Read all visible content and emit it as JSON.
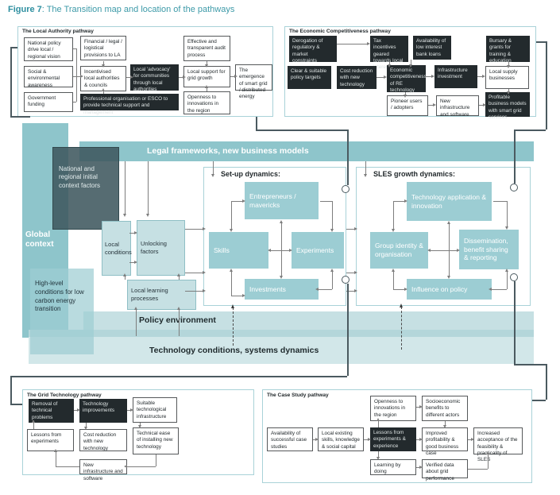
{
  "figure": {
    "label": "Figure 7",
    "caption": ": The Transition map and location of the pathways"
  },
  "colors": {
    "teal_band": "#8ec5cb",
    "node_teal": "#9ccdd3",
    "light_box": "#c6e0e3",
    "dark_box": "#232a2d",
    "panel_border": "#a9d2d8",
    "connector": "#4b5a60",
    "title_teal": "#2e8fa0"
  },
  "panels": {
    "local_authority": {
      "title": "The Local Authority pathway",
      "boxes": {
        "national_policy": "National policy drive local / regional vision",
        "social_env": "Social & environmental awareness",
        "gov_funding": "Government funding",
        "financial_legal": "Financial / legal / logistical provisions to LA",
        "incentivised": "Incentivised local authorities & councils",
        "professional": "Professional organisation or ESCO to provide technical support and management",
        "advocacy": "Local 'advocacy' for communities through local authorities",
        "audit": "Effective and transparent audit process",
        "local_support": "Local support for grid growth",
        "openness": "Openness to innovations in the region",
        "emergence": "The emergence of smart grid / distributed energy"
      }
    },
    "economic": {
      "title": "The Economic Competitiveness pathway",
      "boxes": {
        "derogation": "Derogation of regulatory & market constraints",
        "tax_incentives": "Tax incentives geared towards local interest",
        "availability_loans": "Availability of low interest bank loans",
        "bursary": "Bursary & grants for training & education",
        "clear_targets": "Clear & suitable policy targets",
        "cost_reduction": "Cost reduction with new technology",
        "econ_competitiveness": "Economic competitiveness of RE technology",
        "infrastructure": "Infrastructure investment",
        "local_supply": "Local supply businesses",
        "pioneer": "Pioneer users / adopters",
        "new_infrastructure": "New infrastructure and software",
        "profitable": "Profitable business models with smart grid services"
      }
    },
    "grid": {
      "title": "The Grid Technology pathway",
      "boxes": {
        "removal": "Removal of technical problems",
        "tech_improvements": "Technology improvements",
        "suitable": "Suitable technological infrastructure",
        "lessons": "Lessons from experiments",
        "cost_reduction": "Cost reduction with new technology",
        "technical_ease": "Technical ease of installing new technology",
        "new_infrastructure": "New infrastructure and software"
      }
    },
    "case_study": {
      "title": "The Case Study pathway",
      "boxes": {
        "availability": "Availability of successful case studies",
        "local_existing": "Local existing skills, knowledge & social capital",
        "lessons": "Lessons from experiments & experience",
        "openness": "Openness to innovations in the region",
        "socioeconomic": "Socioeconomic benefits to different actors",
        "improved": "Improved profitability & good business case",
        "increased": "Increased acceptance of the feasibility & practicality of SLES",
        "learning": "Learning by doing",
        "verified": "Verified data about grid performance"
      }
    }
  },
  "map": {
    "legal_band": "Legal frameworks, new business models",
    "policy_band": "Policy environment",
    "tech_band": "Technology conditions, systems dynamics",
    "global_context": "Global context",
    "national_context": "National and regional initial context factors",
    "high_level": "High-level conditions for low carbon energy transition",
    "local_conditions": "Local conditions",
    "unlocking": "Unlocking factors",
    "local_learning": "Local learning processes",
    "setup": {
      "label": "Set-up dynamics:",
      "nodes": {
        "entrepreneurs": "Entrepreneurs / mavericks",
        "skills": "Skills",
        "experiments": "Experiments",
        "investments": "Investments"
      }
    },
    "sles": {
      "label": "SLES growth dynamics:",
      "nodes": {
        "tech_app": "Technology application & innovation",
        "group": "Group identity & organisation",
        "dissemination": "Dissemination, benefit sharing & reporting",
        "influence": "Influence on policy"
      }
    }
  }
}
